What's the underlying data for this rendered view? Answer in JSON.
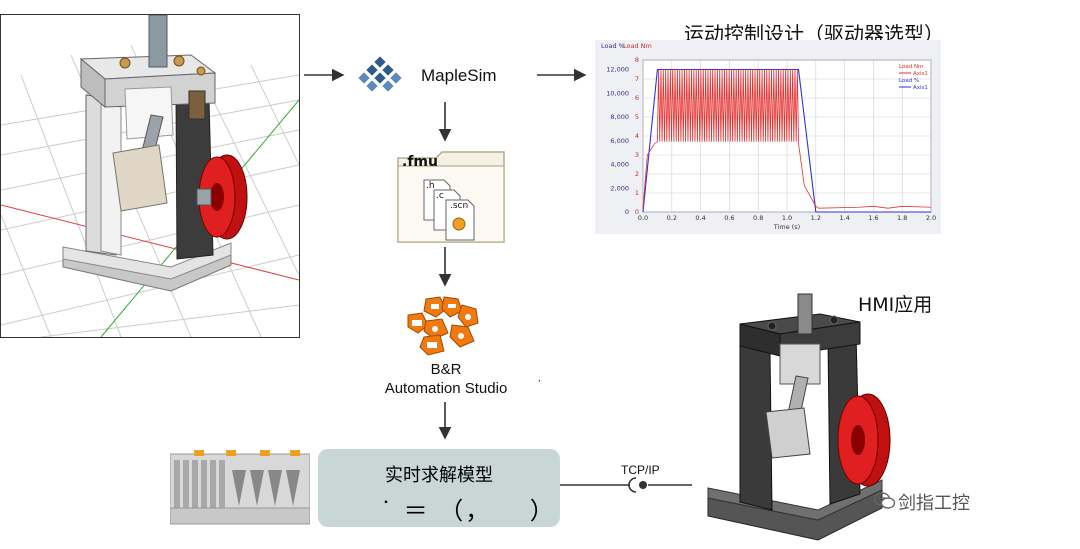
{
  "labels": {
    "maplesim": "MapleSim",
    "fmu": ".fmu",
    "file_h": ".h",
    "file_c": ".c",
    "file_scn": ".scn",
    "motion_title": "运动控制设计（驱动器选型）",
    "hmi_title": "HMI应用",
    "br_line1": "B&R",
    "br_line2": "Automation Studio",
    "model_title": "实时求解模型",
    "model_formula": "˙ ＝ （，    ）",
    "tcpip": "TCP/IP",
    "watermark": "剑指工控"
  },
  "chart_data": {
    "type": "line",
    "title": "",
    "xlabel": "Time (s)",
    "ylabel_left": "Load %",
    "ylabel_right": "Load Nm",
    "x_ticks": [
      0.0,
      0.2,
      0.4,
      0.6,
      0.8,
      1.0,
      1.2,
      1.4,
      1.6,
      1.8,
      2.0
    ],
    "x_tick_labels": [
      "0.0",
      "0.2",
      "0.4",
      "0.6",
      "0.8",
      "1.0",
      "1.2",
      "1.4",
      "1.6",
      "1.8",
      "2.0"
    ],
    "y_left_ticks": [
      0,
      2000,
      4000,
      6000,
      8000,
      10000,
      12000
    ],
    "y_left_tick_labels": [
      "0",
      "2,000",
      "4,000",
      "6,000",
      "8,000",
      "10,000",
      "12,000"
    ],
    "y_right_ticks": [
      0,
      1,
      2,
      3,
      4,
      5,
      6,
      7,
      8
    ],
    "y_right_tick_labels": [
      "0",
      "1",
      "2",
      "3",
      "4",
      "5",
      "6",
      "7",
      "8"
    ],
    "xlim": [
      0,
      2.0
    ],
    "ylim_left": [
      0,
      12800
    ],
    "ylim_right": [
      0,
      8
    ],
    "grid": true,
    "legend": [
      "Load Nm",
      "Axis1",
      "Load %",
      "Axis1"
    ],
    "legend_placement": "top-right",
    "series": [
      {
        "name": "Load Nm Axis1",
        "color": "#e53030",
        "oscillation": {
          "x_start": 0.1,
          "x_end": 1.08,
          "high": 7.5,
          "low": 3.7,
          "cycles": 30
        },
        "points": [
          [
            0,
            0.2
          ],
          [
            0.03,
            3.0
          ],
          [
            0.08,
            3.6
          ],
          [
            0.1,
            3.7
          ],
          [
            1.08,
            3.6
          ],
          [
            1.12,
            1.4
          ],
          [
            1.2,
            0.3
          ],
          [
            1.22,
            0.2
          ],
          [
            1.5,
            0.25
          ],
          [
            1.6,
            0.3
          ],
          [
            1.7,
            0.2
          ],
          [
            1.8,
            0.3
          ],
          [
            2.0,
            0.25
          ]
        ]
      },
      {
        "name": "Load % Axis1",
        "color": "#3030e0",
        "points": [
          [
            0,
            0
          ],
          [
            0.1,
            12000
          ],
          [
            1.08,
            12000
          ],
          [
            1.2,
            0
          ],
          [
            2.0,
            0
          ]
        ]
      }
    ],
    "colors": {
      "red": "#e53030",
      "blue": "#3030e0",
      "green_axis": "#22aa22"
    }
  }
}
